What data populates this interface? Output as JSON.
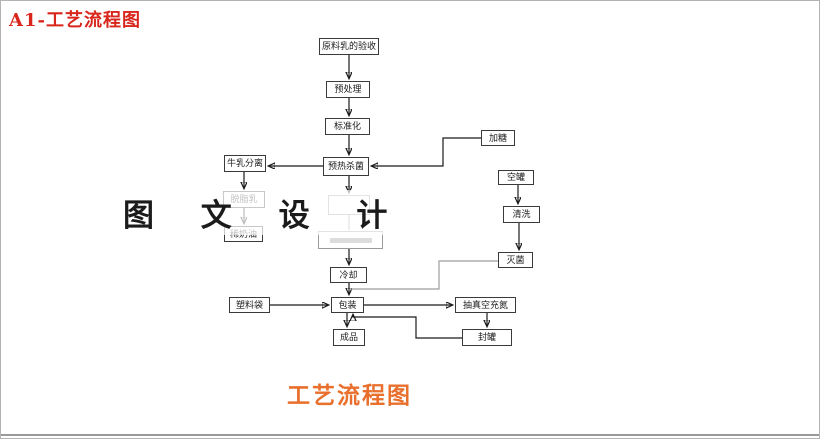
{
  "page": {
    "header_title": "A1-工艺流程图",
    "footer_title": "工艺流程图",
    "watermark_text": "图 文 设 计"
  },
  "colors": {
    "header_title_red": "#d9261c",
    "footer_title_orange": "#e8702c",
    "connector_black": "#1a1a1a",
    "connector_faded_gray": "#9c9c9c",
    "node_border": "#3a3a3a",
    "node_background": "#ffffff"
  },
  "flowchart": {
    "nodes": {
      "receive": {
        "label": "原料乳的验收"
      },
      "pretreat": {
        "label": "预处理"
      },
      "standardize": {
        "label": "标准化"
      },
      "preheat": {
        "label": "预热杀菌"
      },
      "separate": {
        "label": "牛乳分离"
      },
      "skim": {
        "label": "脱脂乳"
      },
      "cream": {
        "label": "稀奶油"
      },
      "sugar": {
        "label": "加糖"
      },
      "empty_can": {
        "label": "空罐"
      },
      "wash": {
        "label": "清洗"
      },
      "sterilize": {
        "label": "灭菌"
      },
      "obscured_step_1": {
        "label": "",
        "obscured_by_watermark": true
      },
      "obscured_step_2": {
        "label": "",
        "obscured_by_watermark": true
      },
      "cool": {
        "label": "冷却"
      },
      "bag": {
        "label": "塑料袋"
      },
      "pack": {
        "label": "包装"
      },
      "vacuum": {
        "label": "抽真空充氮"
      },
      "seal": {
        "label": "封罐"
      },
      "product": {
        "label": "成品"
      }
    },
    "edges": [
      {
        "from": "receive",
        "to": "pretreat"
      },
      {
        "from": "pretreat",
        "to": "standardize"
      },
      {
        "from": "standardize",
        "to": "preheat"
      },
      {
        "from": "preheat",
        "to": "separate"
      },
      {
        "from": "separate",
        "to": "skim"
      },
      {
        "from": "skim",
        "to": "cream"
      },
      {
        "from": "sugar",
        "to": "preheat"
      },
      {
        "from": "preheat",
        "to": "obscured_step_1"
      },
      {
        "from": "obscured_step_1",
        "to": "obscured_step_2"
      },
      {
        "from": "obscured_step_2",
        "to": "cool"
      },
      {
        "from": "cool",
        "to": "pack"
      },
      {
        "from": "empty_can",
        "to": "wash"
      },
      {
        "from": "wash",
        "to": "sterilize"
      },
      {
        "from": "sterilize",
        "to": "pack"
      },
      {
        "from": "bag",
        "to": "pack"
      },
      {
        "from": "pack",
        "to": "vacuum"
      },
      {
        "from": "vacuum",
        "to": "seal"
      },
      {
        "from": "seal",
        "to": "pack"
      },
      {
        "from": "pack",
        "to": "product"
      }
    ]
  }
}
